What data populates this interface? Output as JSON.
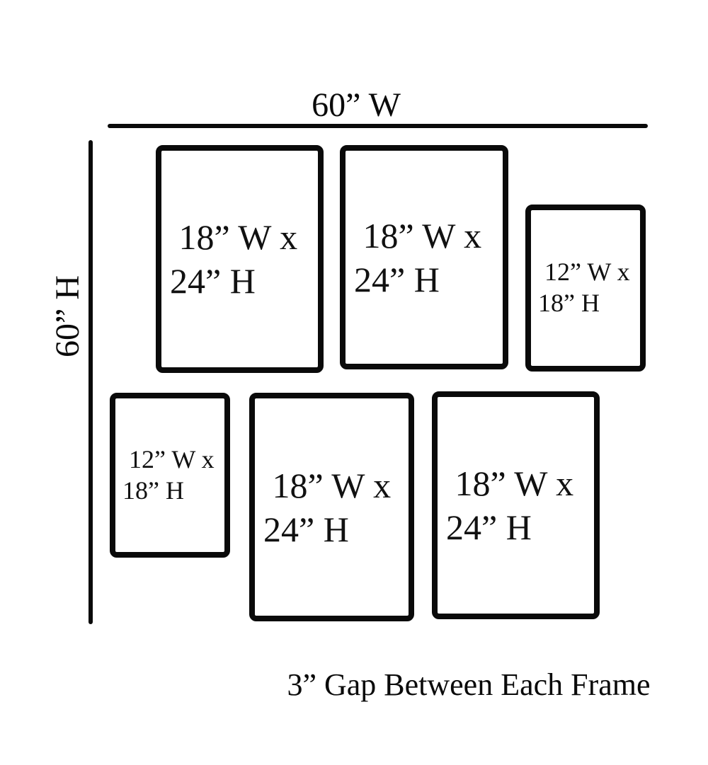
{
  "wall": {
    "width_label": "60” W",
    "height_label": "60” H",
    "caption": "3” Gap Between Each Frame"
  },
  "frames": [
    {
      "position": "top-left",
      "label": " 18” W x\n24” H"
    },
    {
      "position": "top-middle",
      "label": " 18” W x\n24” H"
    },
    {
      "position": "top-right",
      "label": " 12” W x\n18” H"
    },
    {
      "position": "bottom-left",
      "label": " 12” W x\n18” H"
    },
    {
      "position": "bottom-middle",
      "label": " 18” W x\n24” H"
    },
    {
      "position": "bottom-right",
      "label": " 18” W x\n24” H"
    }
  ],
  "colors": {
    "ink": "#0a0a0a",
    "background": "#ffffff"
  }
}
